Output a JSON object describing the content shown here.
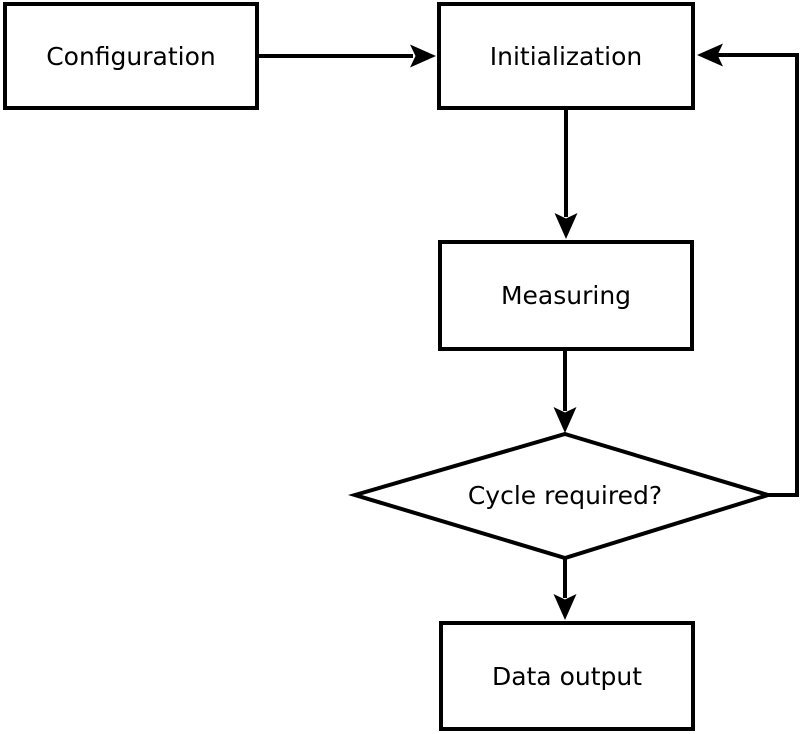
{
  "diagram": {
    "type": "flowchart",
    "nodes": [
      {
        "id": "configuration",
        "label": "Configuration",
        "shape": "rectangle"
      },
      {
        "id": "initialization",
        "label": "Initialization",
        "shape": "rectangle"
      },
      {
        "id": "measuring",
        "label": "Measuring",
        "shape": "rectangle"
      },
      {
        "id": "cycle-required",
        "label": "Cycle required?",
        "shape": "diamond"
      },
      {
        "id": "data-output",
        "label": "Data output",
        "shape": "rectangle"
      }
    ],
    "edges": [
      {
        "from": "configuration",
        "to": "initialization"
      },
      {
        "from": "initialization",
        "to": "measuring"
      },
      {
        "from": "measuring",
        "to": "cycle-required"
      },
      {
        "from": "cycle-required",
        "to": "data-output"
      },
      {
        "from": "cycle-required",
        "to": "initialization",
        "note": "feedback loop"
      }
    ],
    "colors": {
      "line": "#000000",
      "node_fill": "#ffffff",
      "text": "#000000",
      "background": "#ffffff"
    }
  }
}
